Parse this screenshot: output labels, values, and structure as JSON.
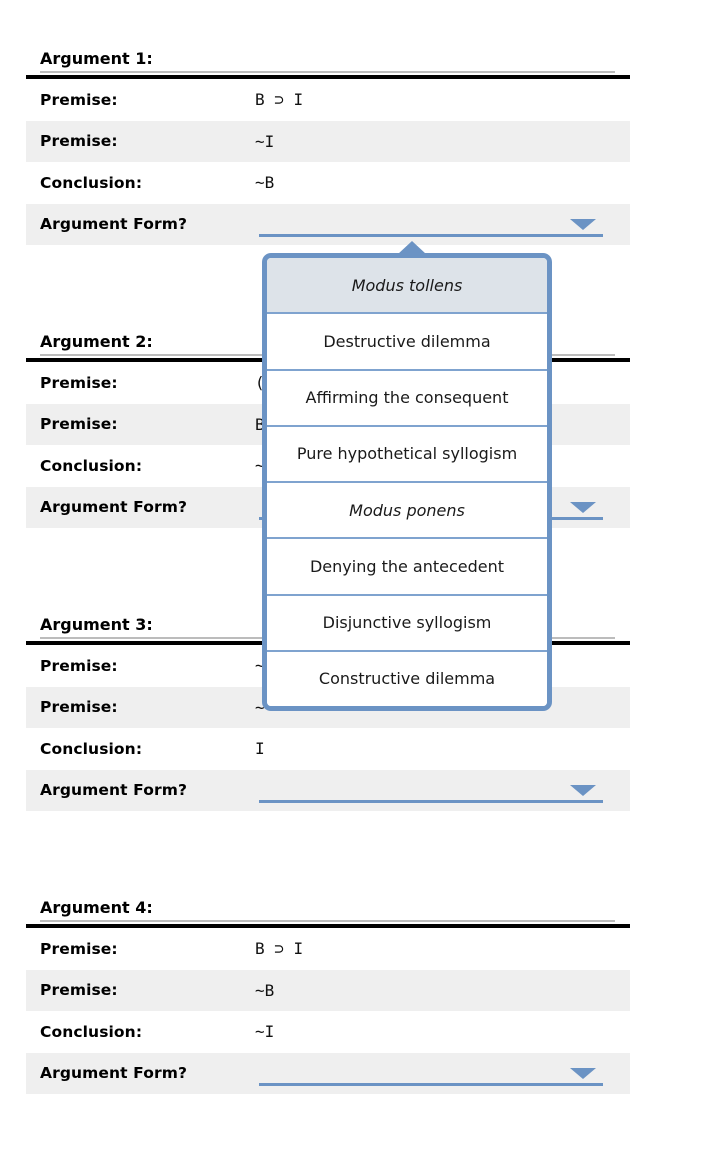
{
  "colors": {
    "accent_blue": "#6b93c4",
    "menu_separator_blue": "#7fa3cf",
    "menu_highlight_bg": "#dde3e9",
    "row_alt_bg": "#efefef"
  },
  "sections": [
    {
      "heading": "Argument 1:",
      "rows": [
        {
          "label": "Premise:",
          "value": "B ⊃ I"
        },
        {
          "label": "Premise:",
          "value": "~I"
        },
        {
          "label": "Conclusion:",
          "value": "~B"
        },
        {
          "label": "Argument Form?",
          "value": ""
        }
      ]
    },
    {
      "heading": "Argument 2:",
      "rows": [
        {
          "label": "Premise:",
          "value": "("
        },
        {
          "label": "Premise:",
          "value": "B"
        },
        {
          "label": "Conclusion:",
          "value": "~"
        },
        {
          "label": "Argument Form?",
          "value": ""
        }
      ]
    },
    {
      "heading": "Argument 3:",
      "rows": [
        {
          "label": "Premise:",
          "value": "~"
        },
        {
          "label": "Premise:",
          "value": "~"
        },
        {
          "label": "Conclusion:",
          "value": "I"
        },
        {
          "label": "Argument Form?",
          "value": ""
        }
      ]
    },
    {
      "heading": "Argument 4:",
      "rows": [
        {
          "label": "Premise:",
          "value": "B ⊃ I"
        },
        {
          "label": "Premise:",
          "value": "~B"
        },
        {
          "label": "Conclusion:",
          "value": "~I"
        },
        {
          "label": "Argument Form?",
          "value": ""
        }
      ]
    }
  ],
  "dropdown": {
    "items": [
      "Modus tollens",
      "Destructive dilemma",
      "Affirming the consequent",
      "Pure hypothetical syllogism",
      "Modus ponens",
      "Denying the antecedent",
      "Disjunctive syllogism",
      "Constructive dilemma"
    ]
  }
}
